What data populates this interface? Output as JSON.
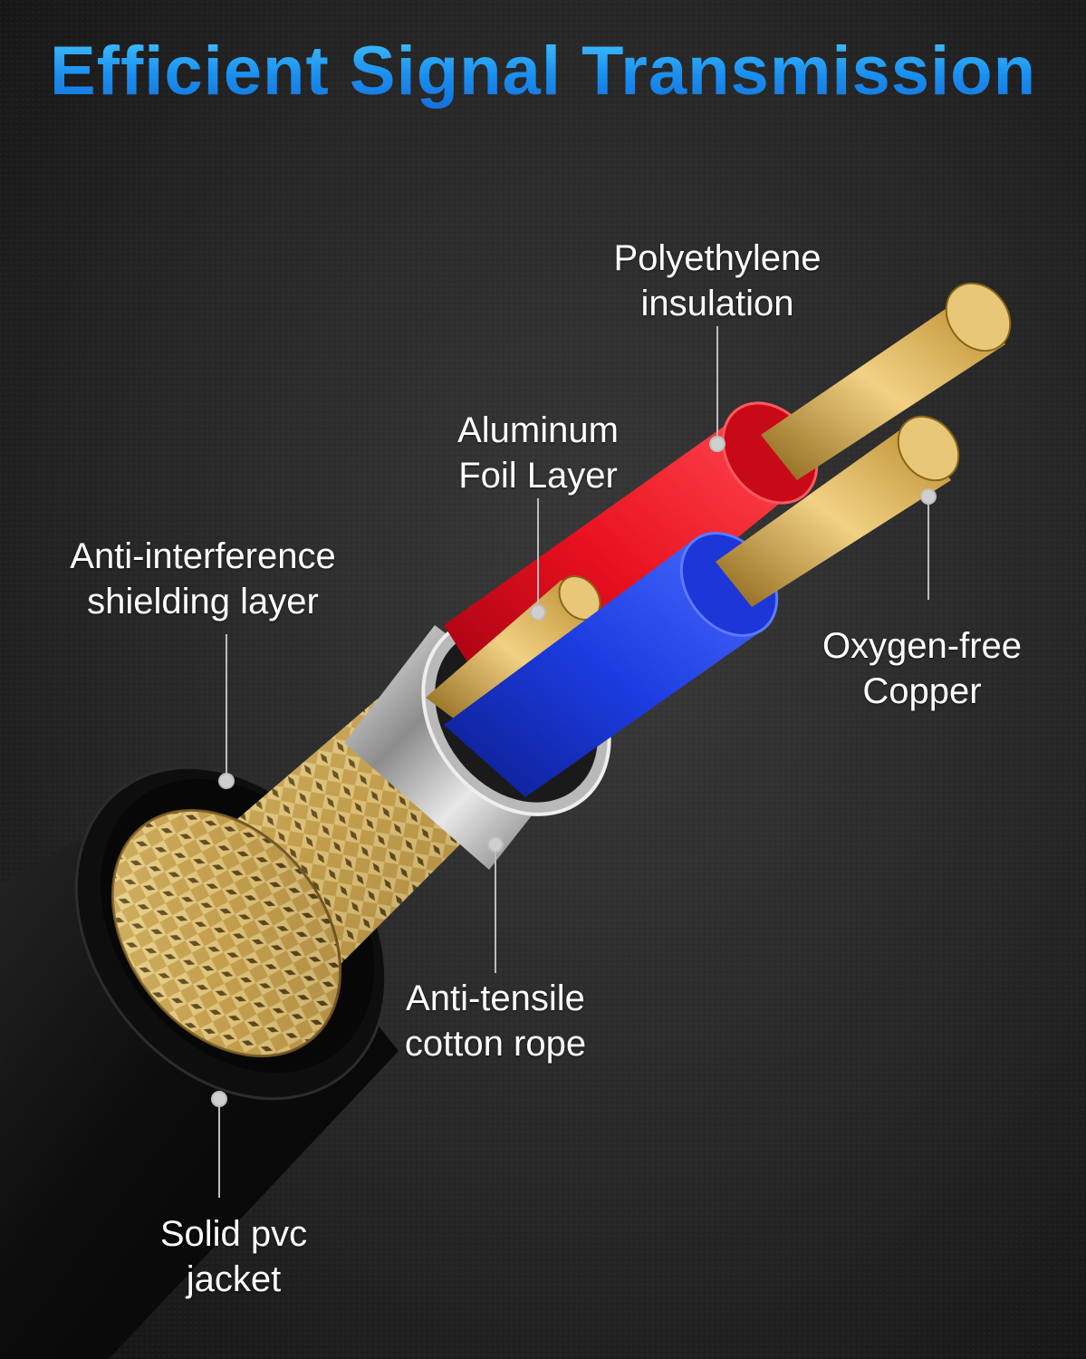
{
  "title": "Efficient Signal Transmission",
  "colors": {
    "title_blue": "#2aa4f4",
    "background": "#1e1e1e",
    "jacket": "#111111",
    "shield_gold": "#c9a24e",
    "foil_silver": "#d8d8d8",
    "red_insulation": "#e0101e",
    "blue_insulation": "#1738d8",
    "copper": "#e8c878",
    "leader_line": "#bdbdbd"
  },
  "labels": {
    "polyethylene": {
      "line1": "Polyethylene",
      "line2": "insulation"
    },
    "aluminum": {
      "line1": "Aluminum",
      "line2": "Foil Layer"
    },
    "shielding": {
      "line1": "Anti-interference",
      "line2": "shielding layer"
    },
    "copper": {
      "line1": "Oxygen-free",
      "line2": "Copper"
    },
    "tensile": {
      "line1": "Anti-tensile",
      "line2": "cotton rope"
    },
    "jacket": {
      "line1": "Solid pvc",
      "line2": "jacket"
    }
  }
}
